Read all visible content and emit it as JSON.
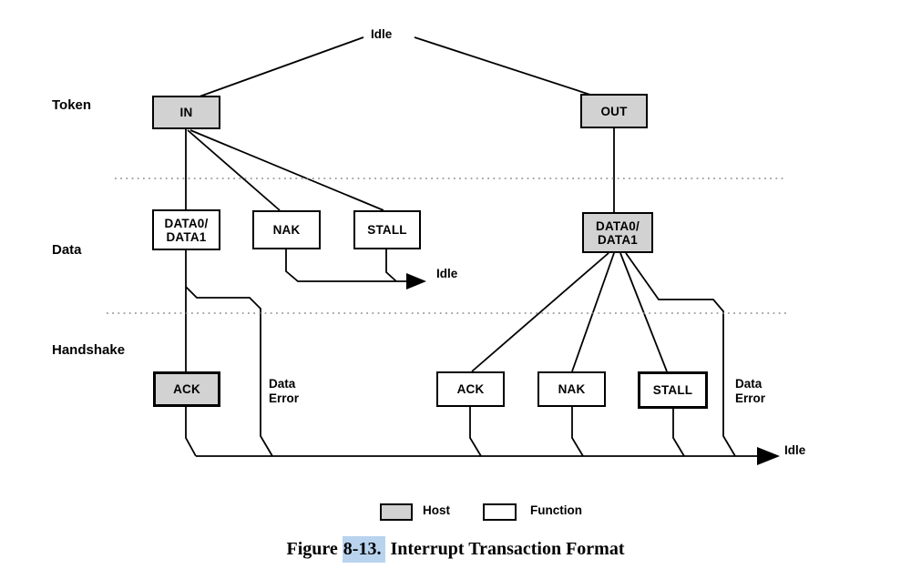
{
  "figure": {
    "rows": {
      "token": "Token",
      "data": "Data",
      "handshake": "Handshake"
    },
    "idle": {
      "top": "Idle",
      "mid": "Idle",
      "bottom": "Idle"
    },
    "data_error": {
      "left": "Data\nError",
      "right": "Data\nError"
    },
    "boxes": {
      "in": "IN",
      "out": "OUT",
      "data01_left": "DATA0/\nDATA1",
      "nak_left": "NAK",
      "stall_left": "STALL",
      "data01_right": "DATA0/\nDATA1",
      "ack_left": "ACK",
      "ack_right": "ACK",
      "nak_right": "NAK",
      "stall_right": "STALL"
    },
    "legend": {
      "host": "Host",
      "function": "Function"
    },
    "caption": {
      "prefix": "Figure ",
      "highlight": "8-13.",
      "rest": " Interrupt Transaction Format"
    },
    "icons": {
      "flow_arrowhead": "filled-right-triangle"
    },
    "colors": {
      "host_fill": "#d2d2d2",
      "function_fill": "#ffffff",
      "line": "#000000",
      "dotted_separator": "#8a8a8a",
      "search_highlight": "#b9d3ee"
    }
  }
}
